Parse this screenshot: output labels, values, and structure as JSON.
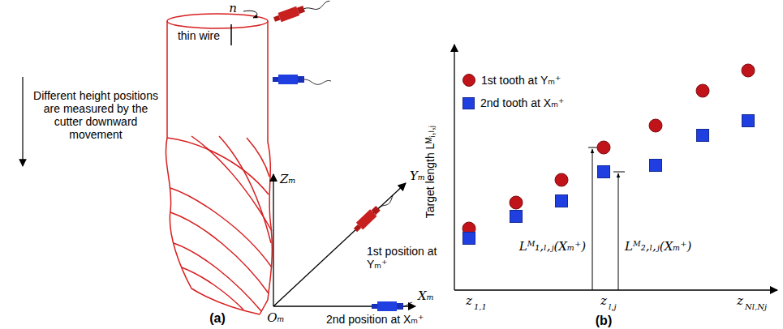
{
  "diagram": {
    "labels": [
      "n",
      "thin wire",
      "Different height positions are measured by the cutter downward movement",
      "Zₘ",
      "Yₘ",
      "1st position at Yₘ⁺",
      "Xₘ",
      "Oₘ",
      "2nd position at Xₘ⁺",
      "(a)",
      "Target length Lᴹᵢ,ₗ,ⱼ",
      "Lᴹ₁,ₗ,ⱼ(Xₘ⁺)",
      "Lᴹ₂,ₗ,ⱼ(Xₘ⁺)",
      "z",
      "1,1",
      "z",
      "l,j",
      "z",
      "Nl,Nj",
      "(b)"
    ],
    "legend": [
      {
        "text": "1st tooth at Yₘ⁺",
        "color": "#c0141a"
      },
      {
        "text": "2nd tooth at Xₘ⁺",
        "color": "#1f3fe0"
      }
    ]
  }
}
